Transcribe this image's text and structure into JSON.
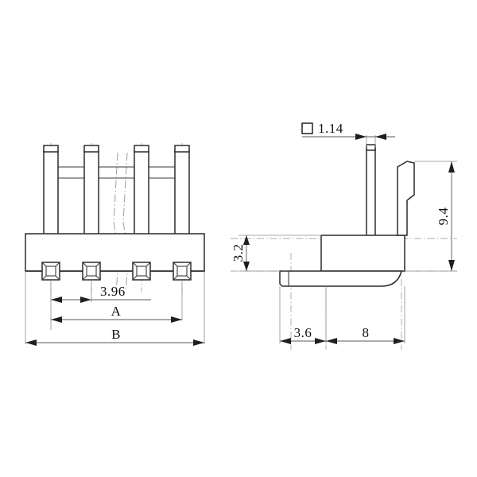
{
  "document": {
    "type": "engineering-drawing",
    "title": "Wire-to-Board Header Connector Outline Drawing",
    "background_color": "#ffffff",
    "line_color": "#2b2b2b",
    "centerline_color": "#a8a8a8",
    "dimension_color": "#5a5a5a",
    "text_color": "#111111"
  },
  "views": {
    "front": {
      "name": "front-view",
      "label": "",
      "pin_count": 4,
      "has_break_line": true
    },
    "side": {
      "name": "side-view",
      "label": "",
      "has_latch": true,
      "has_right_angle_pin": true
    }
  },
  "dimensions": {
    "pitch": {
      "value": "3.96",
      "name": "pitch-dimension"
    },
    "span_a": {
      "value": "A",
      "name": "dimension-a"
    },
    "span_b": {
      "value": "B",
      "name": "dimension-b"
    },
    "pin_square": {
      "symbol": "□",
      "value": "1.14",
      "name": "pin-cross-section-dimension"
    },
    "height": {
      "value": "9.4",
      "name": "overall-height-dimension"
    },
    "seat_height": {
      "value": "3.2",
      "name": "seat-height-dimension"
    },
    "foot_length": {
      "value": "3.6",
      "name": "foot-length-dimension"
    },
    "body_depth": {
      "value": "8",
      "name": "body-depth-dimension"
    }
  }
}
